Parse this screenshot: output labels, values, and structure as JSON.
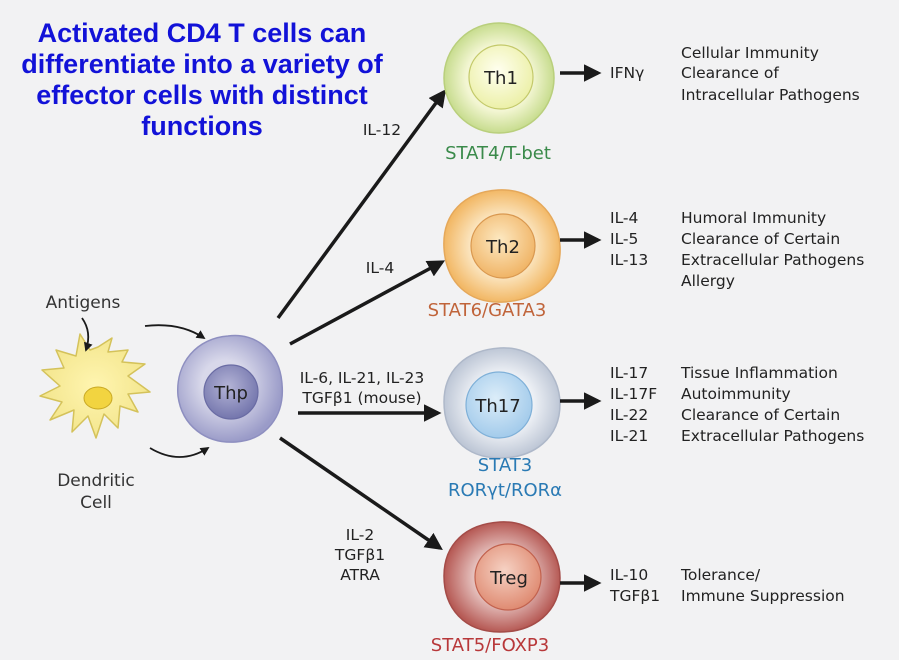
{
  "title": "Activated CD4 T cells can differentiate into a variety of effector cells with distinct functions",
  "antigens_label": "Antigens",
  "dendritic_cell": {
    "line1": "Dendritic",
    "line2": "Cell"
  },
  "thp": {
    "label": "Thp"
  },
  "colors": {
    "title": "#1212d8",
    "th1_tf": "#3a8a4a",
    "th2_tf": "#c0643a",
    "th17_tf": "#2a7ab4",
    "treg_tf": "#b8383a"
  },
  "pathways": [
    {
      "cell": "Th1",
      "signals": [
        "IL-12"
      ],
      "tf": [
        "STAT4/T-bet"
      ],
      "cytokines": [
        "IFNγ"
      ],
      "functions": [
        "Cellular Immunity",
        "Clearance of",
        "Intracellular Pathogens"
      ]
    },
    {
      "cell": "Th2",
      "signals": [
        "IL-4"
      ],
      "tf": [
        "STAT6/GATA3"
      ],
      "cytokines": [
        "IL-4",
        "IL-5",
        "IL-13"
      ],
      "functions": [
        "Humoral Immunity",
        "Clearance of Certain",
        "Extracellular Pathogens",
        "Allergy"
      ]
    },
    {
      "cell": "Th17",
      "signals": [
        "IL-6, IL-21, IL-23",
        "TGFβ1 (mouse)"
      ],
      "tf": [
        "STAT3",
        "RORγt/RORα"
      ],
      "cytokines": [
        "IL-17",
        "IL-17F",
        "IL-22",
        "IL-21"
      ],
      "functions": [
        "Tissue Inflammation",
        "Autoimmunity",
        "Clearance of Certain",
        "Extracellular Pathogens"
      ]
    },
    {
      "cell": "Treg",
      "signals": [
        "IL-2",
        "TGFβ1",
        "ATRA"
      ],
      "tf": [
        "STAT5/FOXP3"
      ],
      "cytokines": [
        "IL-10",
        "TGFβ1"
      ],
      "functions": [
        "Tolerance/",
        "Immune Suppression"
      ]
    }
  ]
}
